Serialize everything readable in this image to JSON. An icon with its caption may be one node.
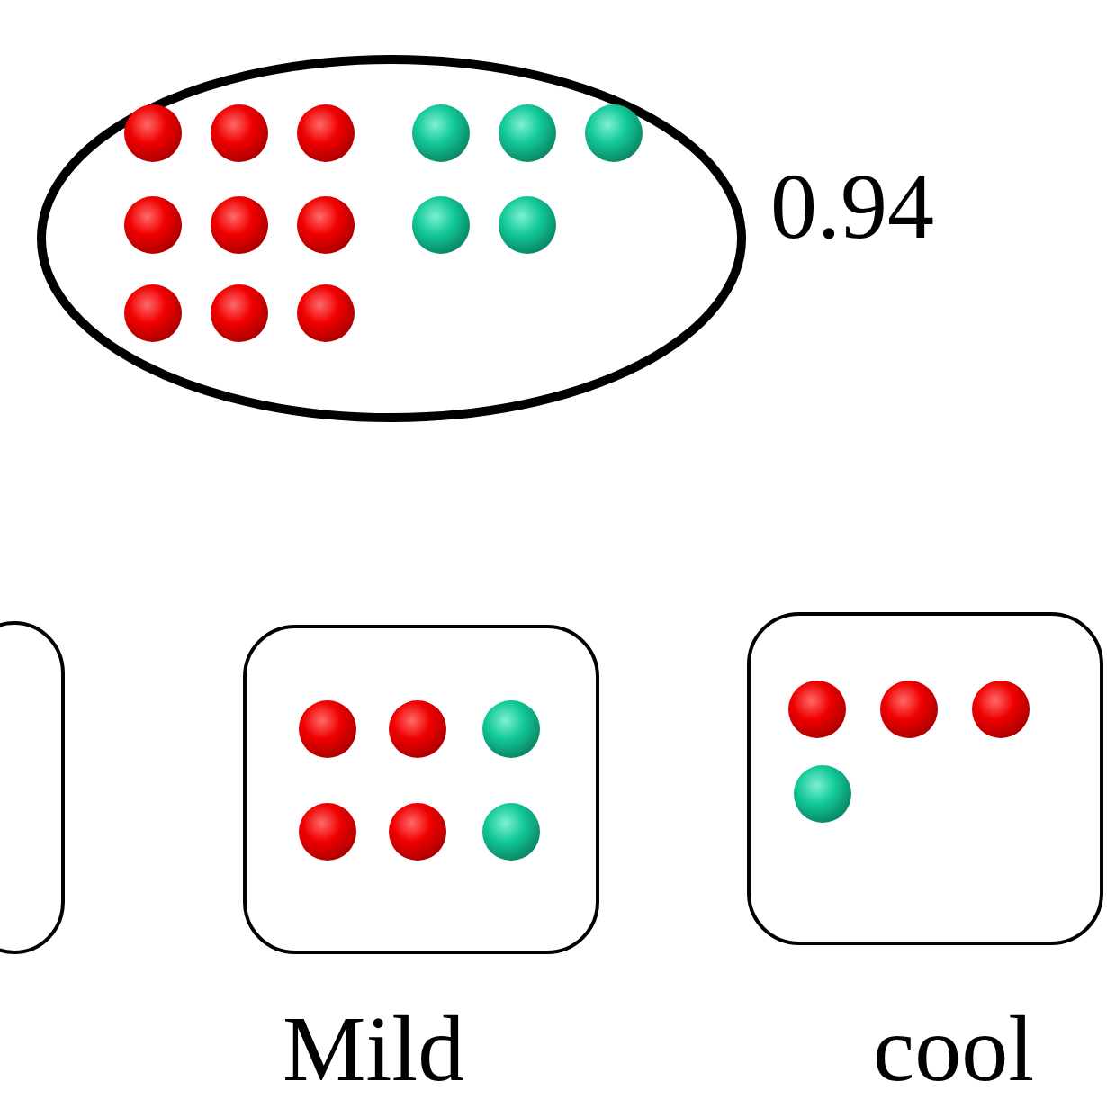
{
  "diagram": {
    "nodes": [
      {
        "text": [],
        "shape": "ellipse",
        "beside": [
          "0.94"
        ]
      },
      {
        "text": [],
        "shape": "box"
      },
      {
        "text": [],
        "shape": "box",
        "beside": [
          "Mild"
        ]
      },
      {
        "text": [],
        "shape": "box",
        "beside": [
          "cool"
        ]
      }
    ]
  }
}
